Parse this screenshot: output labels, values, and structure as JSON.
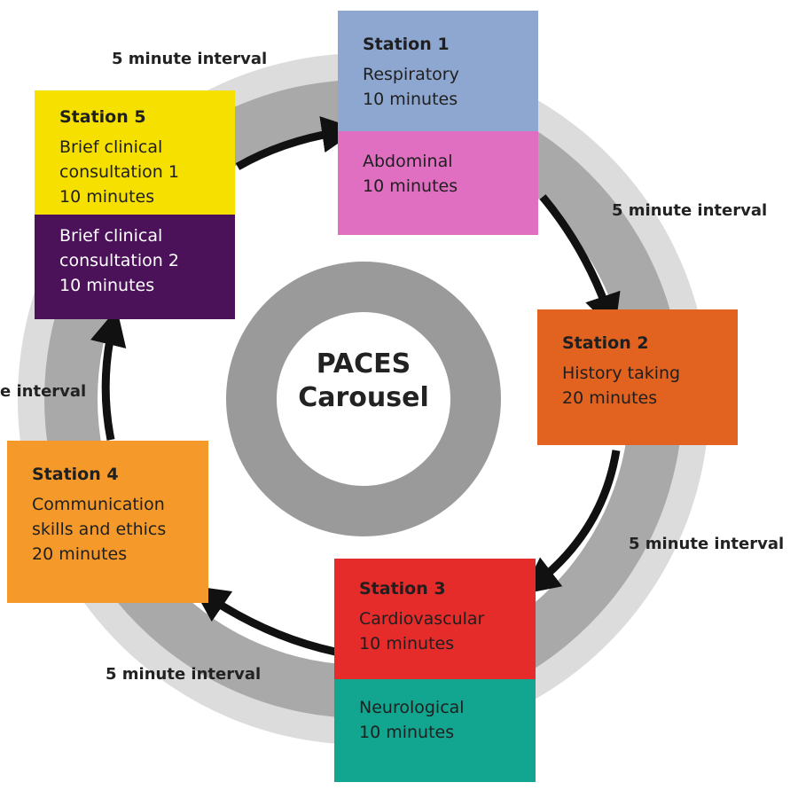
{
  "diagram": {
    "center": {
      "line1": "PACES",
      "line2": "Carousel"
    },
    "stations": [
      {
        "id": "s1",
        "title": "Station 1",
        "blocks": [
          {
            "color": "#8ea7d1",
            "lines": [
              "Respiratory",
              "10 minutes"
            ]
          },
          {
            "color": "#e06fc2",
            "lines": [
              "Abdominal",
              "10 minutes"
            ]
          }
        ]
      },
      {
        "id": "s2",
        "title": "Station 2",
        "blocks": [
          {
            "color": "#e2621f",
            "lines": [
              "History taking",
              "20 minutes"
            ]
          }
        ]
      },
      {
        "id": "s3",
        "title": "Station 3",
        "blocks": [
          {
            "color": "#e62b2b",
            "lines": [
              "Cardiovascular",
              "10 minutes"
            ]
          },
          {
            "color": "#12a58f",
            "lines": [
              "Neurological",
              "10 minutes"
            ]
          }
        ]
      },
      {
        "id": "s4",
        "title": "Station 4",
        "blocks": [
          {
            "color": "#f59a2a",
            "lines": [
              "Communication",
              "skills and ethics",
              "20 minutes"
            ]
          }
        ]
      },
      {
        "id": "s5",
        "title": "Station 5",
        "blocks": [
          {
            "color": "#f6e000",
            "lines": [
              "Brief clinical",
              "consultation 1",
              "10 minutes"
            ]
          },
          {
            "color": "#4b1159",
            "lines": [
              "Brief clinical",
              "consultation 2",
              "10 minutes"
            ]
          }
        ]
      }
    ],
    "intervals": [
      "5 minute interval",
      "5 minute interval",
      "5 minute interval",
      "5 minute interval",
      "e interval"
    ]
  }
}
